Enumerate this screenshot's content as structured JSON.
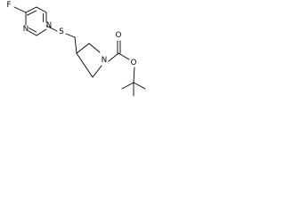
{
  "molecule": {
    "atoms": {
      "fluorine": "F",
      "n_upper": "N",
      "n_lower": "N",
      "sulfur": "S",
      "n_ring": "N",
      "o_carbonyl": "O",
      "o_ester": "O"
    },
    "colors": {
      "bond": "#000000",
      "label": "#000000",
      "background": "#ffffff"
    }
  }
}
